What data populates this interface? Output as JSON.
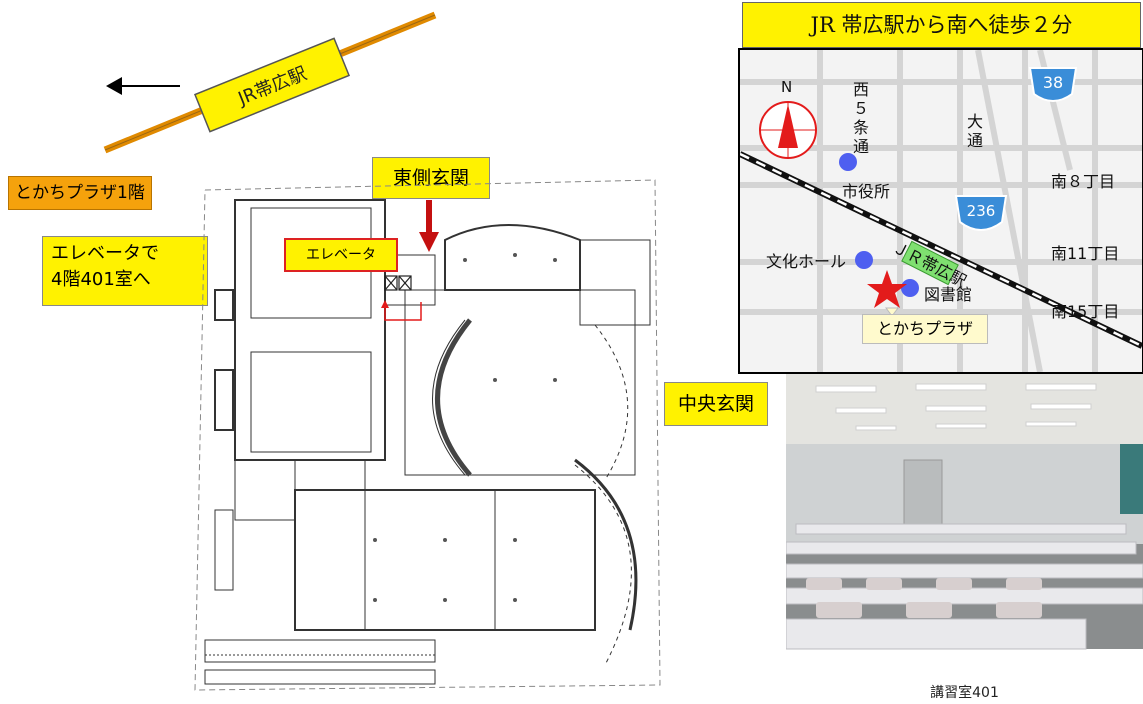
{
  "station_badge": {
    "label": "JR帯広駅"
  },
  "floor_label": "とかちプラザ1階",
  "elevator_note_line1": "エレベータで",
  "elevator_note_line2": "4階401室へ",
  "east_entrance": "東側玄関",
  "elevator_label": "エレベータ",
  "central_entrance": "中央玄関",
  "map": {
    "title": "JR 帯広駅から南へ徒歩２分",
    "north": "N",
    "street_nishi5": "西５条通",
    "street_odori": "大通",
    "city_hall": "市役所",
    "minami8": "南８丁目",
    "route236": "236",
    "route38": "38",
    "station": "ＪＲ帯広駅",
    "culture_hall": "文化ホール",
    "library": "図書館",
    "minami11": "南11丁目",
    "minami15": "南15丁目",
    "plaza": "とかちプラザ"
  },
  "photo_caption": "講習室401",
  "colors": {
    "orange": "#f5a20c",
    "yellow": "#fff200",
    "red": "#e31b1b",
    "blue": "#4e5ff0",
    "green": "#7fe070",
    "route_blue": "#3a8dd8"
  }
}
